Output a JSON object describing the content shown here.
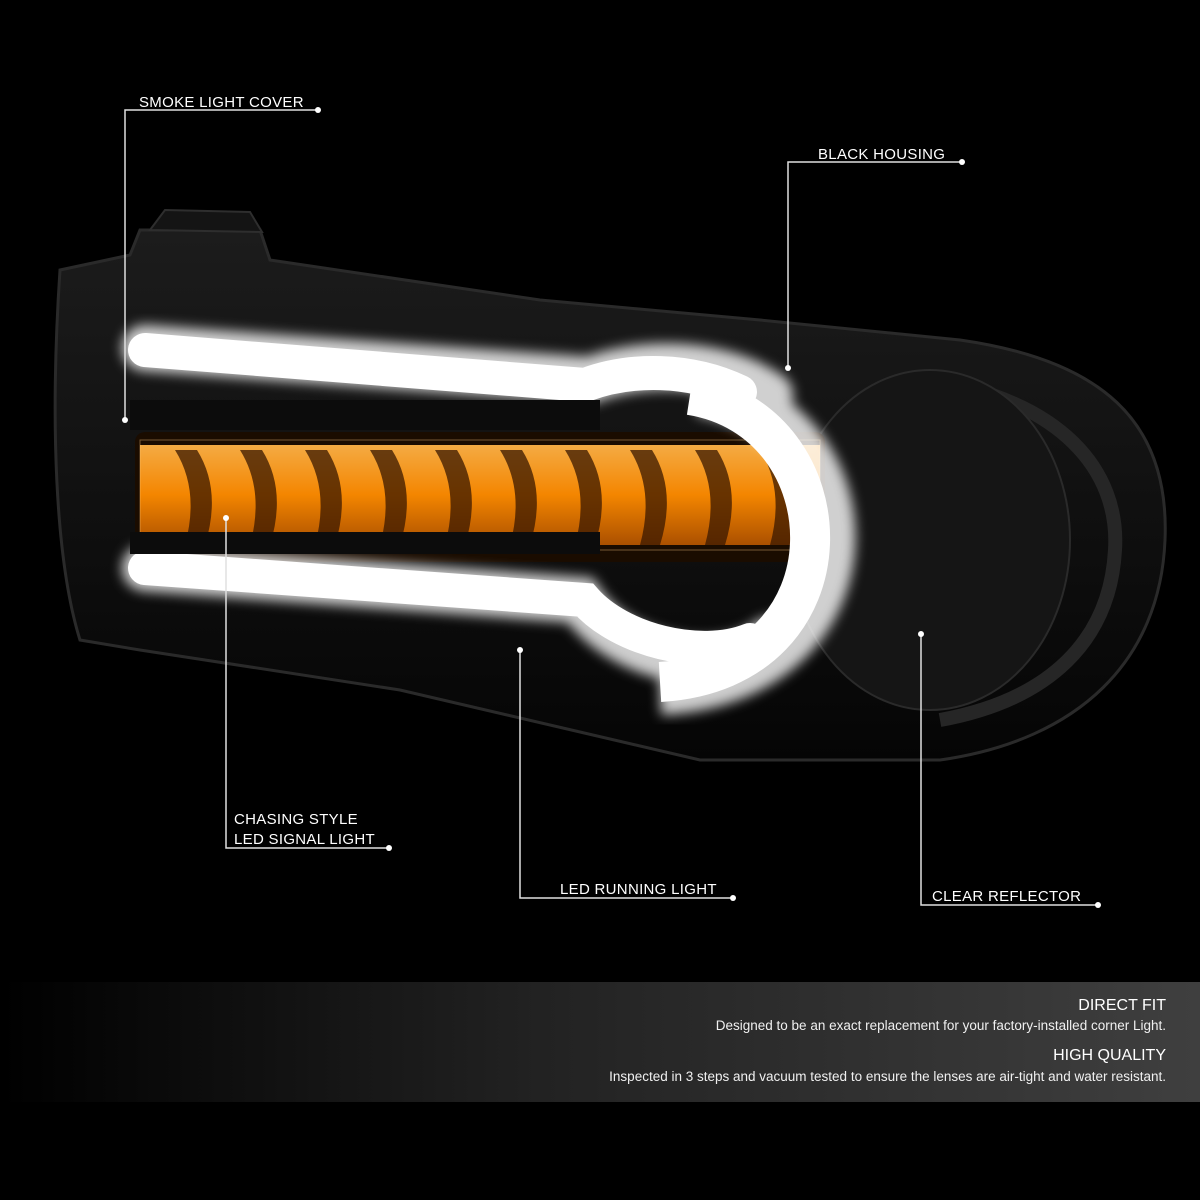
{
  "callouts": {
    "smoke_light_cover": "SMOKE LIGHT COVER",
    "black_housing": "BLACK HOUSING",
    "chasing_line1": "CHASING STYLE",
    "chasing_line2": "LED SIGNAL LIGHT",
    "led_running_light": "LED RUNNING LIGHT",
    "clear_reflector": "CLEAR REFLECTOR"
  },
  "features": [
    {
      "title": "DIRECT FIT",
      "description": "Designed to be an exact replacement for your factory-installed corner Light."
    },
    {
      "title": "HIGH QUALITY",
      "description": "Inspected in 3 steps and vacuum tested to ensure the lenses are air-tight and water resistant."
    }
  ],
  "colors": {
    "background": "#000000",
    "amber": "#ff8c00",
    "led_white": "#ffffff",
    "housing": "#111111"
  }
}
